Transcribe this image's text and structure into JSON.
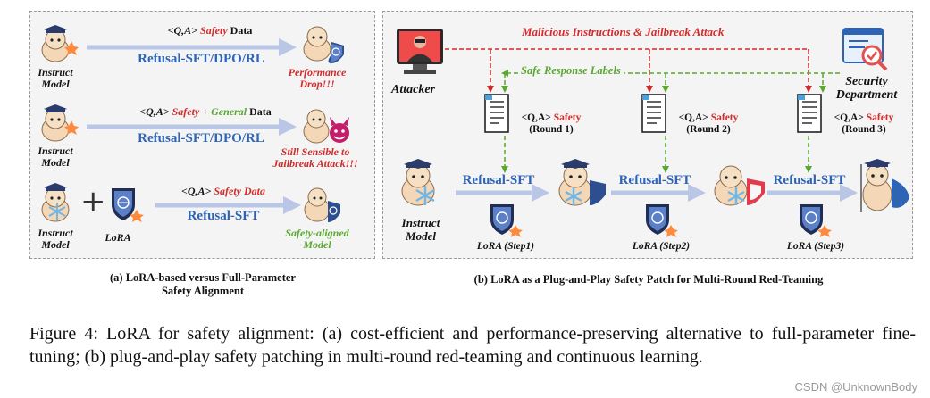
{
  "panel_a": {
    "rows": [
      {
        "data_label_qa": "<Q,A>",
        "data_label_safety": "Safety",
        "data_label_rest": "Data",
        "method": "Refusal-SFT/DPO/RL",
        "left_label": "Instruct\nModel",
        "outcome": "Performance\nDrop!!!",
        "outcome_color": "#d22b2b"
      },
      {
        "data_label_qa": "<Q,A>",
        "data_label_safety": "Safety",
        "data_label_plus": "+",
        "data_label_general": "General",
        "data_label_rest": "Data",
        "method": "Refusal-SFT/DPO/RL",
        "left_label": "Instruct\nModel",
        "outcome": "Still Sensible to\nJailbreak Attack!!!",
        "outcome_color": "#d22b2b"
      },
      {
        "data_label_qa": "<Q,A>",
        "data_label_safety": "Safety Data",
        "method": "Refusal-SFT",
        "left_label": "Instruct\nModel",
        "lora_label": "LoRA",
        "outcome": "Safety-aligned\nModel",
        "outcome_color": "#5aa832"
      }
    ],
    "caption": "(a) LoRA-based versus Full-Parameter\nSafety Alignment"
  },
  "panel_b": {
    "attacker_label": "Attacker",
    "security_label": "Security\nDepartment",
    "malicious_label": "Malicious Instructions & Jailbreak Attack",
    "safe_label": "Safe Response Labels",
    "instruct_label": "Instruct\nModel",
    "rounds": [
      {
        "qa": "<Q,A>",
        "safety": "Safety",
        "round": "(Round 1)"
      },
      {
        "qa": "<Q,A>",
        "safety": "Safety",
        "round": "(Round 2)"
      },
      {
        "qa": "<Q,A>",
        "safety": "Safety",
        "round": "(Round 3)"
      }
    ],
    "method": "Refusal-SFT",
    "lora_steps": [
      "LoRA (Step1)",
      "LoRA (Step2)",
      "LoRA (Step3)"
    ],
    "caption": "(b) LoRA as a Plug-and-Play Safety Patch for Multi-Round Red-Teaming"
  },
  "figure_caption": "Figure 4: LoRA for safety alignment: (a) cost-efficient and performance-preserving alternative to full-parameter fine-tuning; (b) plug-and-play safety patching in multi-round red-teaming and continuous learning.",
  "watermark": "CSDN @UnknownBody",
  "colors": {
    "red": "#d22b2b",
    "green": "#5aa832",
    "blue": "#2e64b6",
    "arrow": "#b9c6e6"
  }
}
